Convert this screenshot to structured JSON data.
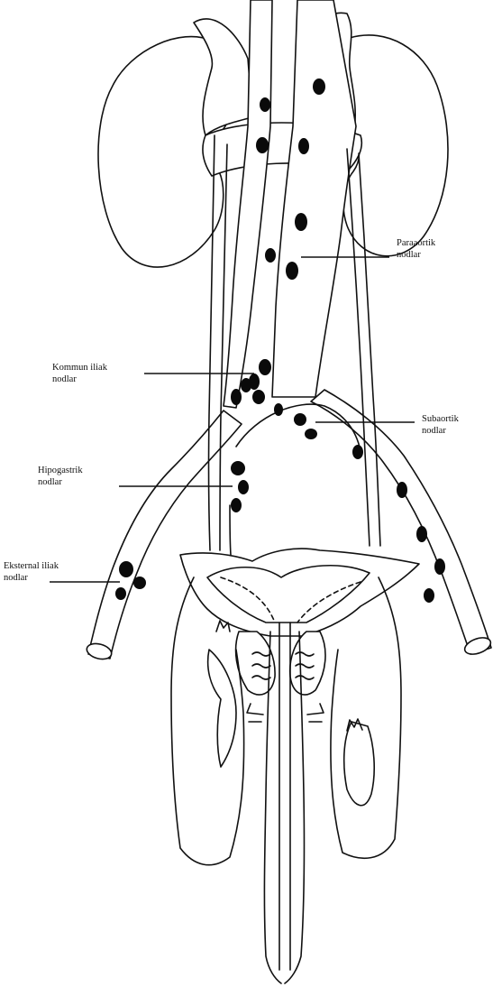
{
  "labels": {
    "paraaortik_line1": "Paraaortik",
    "paraaortik_line2": "nodlar",
    "kommun_line1": "Kommun iliak",
    "kommun_line2": "nodlar",
    "subaortik_line1": "Subaortik",
    "subaortik_line2": "nodlar",
    "hipogastrik_line1": "Hipogastrik",
    "hipogastrik_line2": "nodlar",
    "eksternal_line1": "Eksternal iliak",
    "eksternal_line2": "nodlar"
  },
  "colors": {
    "stroke": "#111111",
    "node_fill": "#0a0a0a",
    "background": "#ffffff"
  }
}
